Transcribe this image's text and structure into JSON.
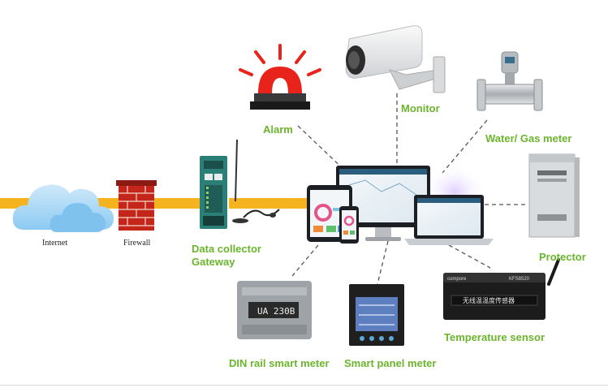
{
  "colors": {
    "label": "#6bb52d",
    "backbone": "#f5b320",
    "dashed_link": "#555555",
    "alarm_red": "#e8231c"
  },
  "nodes": {
    "internet": {
      "label": "Internet",
      "icon": "cloud-icon"
    },
    "firewall": {
      "label": "Firewall",
      "icon": "brick-wall-icon"
    },
    "gateway": {
      "label_line1": "Data collector",
      "label_line2": "Gateway",
      "icon": "gateway-device-icon"
    },
    "alarm": {
      "label": "Alarm",
      "icon": "siren-icon"
    },
    "monitor": {
      "label": "Monitor",
      "icon": "security-camera-icon"
    },
    "water_gas_meter": {
      "label": "Water/ Gas meter",
      "icon": "flow-meter-icon"
    },
    "protector": {
      "label": "Protector",
      "icon": "protector-cabinet-icon"
    },
    "temperature_sensor": {
      "label": "Temperature sensor",
      "icon": "temperature-sensor-icon"
    },
    "smart_panel_meter": {
      "label": "Smart panel meter",
      "icon": "panel-meter-icon"
    },
    "din_rail_meter": {
      "label": "DIN rail smart meter",
      "icon": "din-rail-meter-icon"
    },
    "platform": {
      "icon": "multi-device-platform-icon"
    }
  },
  "device_markings": {
    "din_meter_display": "UA 230B",
    "temp_sensor_brand": "compore",
    "temp_sensor_model": "KFS8520",
    "temp_sensor_title": "无线温温度传感器"
  }
}
